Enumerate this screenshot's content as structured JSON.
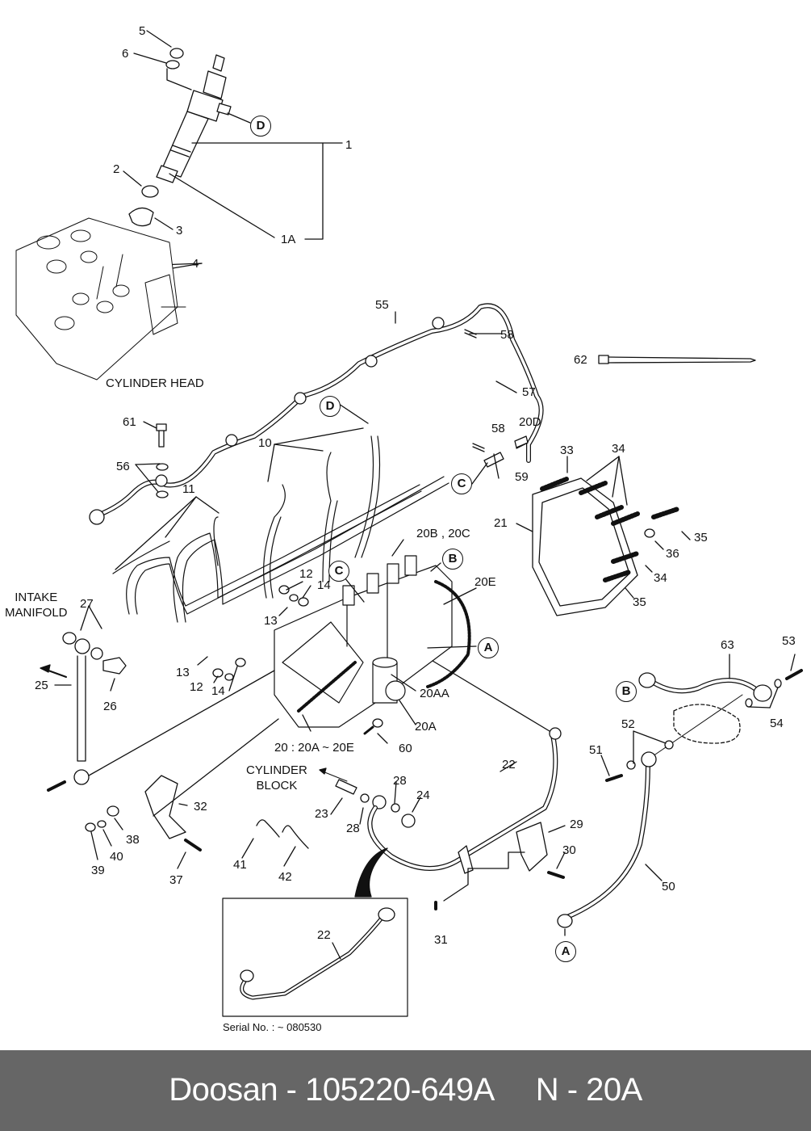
{
  "diagram": {
    "title": "Fuel injection pump and piping exploded view",
    "part_labels": [
      {
        "id": "p5",
        "text": "5"
      },
      {
        "id": "p6",
        "text": "6"
      },
      {
        "id": "p1",
        "text": "1"
      },
      {
        "id": "p2",
        "text": "2"
      },
      {
        "id": "p3",
        "text": "3"
      },
      {
        "id": "p1A",
        "text": "1A"
      },
      {
        "id": "p4",
        "text": "4"
      },
      {
        "id": "p55",
        "text": "55"
      },
      {
        "id": "p58a",
        "text": "58"
      },
      {
        "id": "p62",
        "text": "62"
      },
      {
        "id": "p57",
        "text": "57"
      },
      {
        "id": "p58b",
        "text": "58"
      },
      {
        "id": "p20D",
        "text": "20D"
      },
      {
        "id": "p59",
        "text": "59"
      },
      {
        "id": "p61",
        "text": "61"
      },
      {
        "id": "p10",
        "text": "10"
      },
      {
        "id": "p56",
        "text": "56"
      },
      {
        "id": "p11",
        "text": "11"
      },
      {
        "id": "p33",
        "text": "33"
      },
      {
        "id": "p34a",
        "text": "34"
      },
      {
        "id": "p21",
        "text": "21"
      },
      {
        "id": "p35a",
        "text": "35"
      },
      {
        "id": "p36",
        "text": "36"
      },
      {
        "id": "p34b",
        "text": "34"
      },
      {
        "id": "p35b",
        "text": "35"
      },
      {
        "id": "p20BC",
        "text": "20B , 20C"
      },
      {
        "id": "p20E",
        "text": "20E"
      },
      {
        "id": "p12a",
        "text": "12"
      },
      {
        "id": "p14a",
        "text": "14"
      },
      {
        "id": "p13a",
        "text": "13"
      },
      {
        "id": "p27",
        "text": "27"
      },
      {
        "id": "p25",
        "text": "25"
      },
      {
        "id": "p26",
        "text": "26"
      },
      {
        "id": "p13b",
        "text": "13"
      },
      {
        "id": "p12b",
        "text": "12"
      },
      {
        "id": "p14b",
        "text": "14"
      },
      {
        "id": "p20AA",
        "text": "20AA"
      },
      {
        "id": "p20A",
        "text": "20A"
      },
      {
        "id": "p60",
        "text": "60"
      },
      {
        "id": "p20all",
        "text": "20 : 20A ~ 20E"
      },
      {
        "id": "p63",
        "text": "63"
      },
      {
        "id": "p53",
        "text": "53"
      },
      {
        "id": "p54",
        "text": "54"
      },
      {
        "id": "p52",
        "text": "52"
      },
      {
        "id": "p51",
        "text": "51"
      },
      {
        "id": "p22a",
        "text": "22"
      },
      {
        "id": "p28a",
        "text": "28"
      },
      {
        "id": "p24",
        "text": "24"
      },
      {
        "id": "p23",
        "text": "23"
      },
      {
        "id": "p28b",
        "text": "28"
      },
      {
        "id": "p32",
        "text": "32"
      },
      {
        "id": "p38",
        "text": "38"
      },
      {
        "id": "p40",
        "text": "40"
      },
      {
        "id": "p39",
        "text": "39"
      },
      {
        "id": "p37",
        "text": "37"
      },
      {
        "id": "p41",
        "text": "41"
      },
      {
        "id": "p42",
        "text": "42"
      },
      {
        "id": "p29",
        "text": "29"
      },
      {
        "id": "p30",
        "text": "30"
      },
      {
        "id": "p50",
        "text": "50"
      },
      {
        "id": "p31",
        "text": "31"
      },
      {
        "id": "p22b",
        "text": "22"
      }
    ],
    "reference_markers": [
      {
        "id": "refD1",
        "text": "D"
      },
      {
        "id": "refD2",
        "text": "D"
      },
      {
        "id": "refC1",
        "text": "C"
      },
      {
        "id": "refC2",
        "text": "C"
      },
      {
        "id": "refB1",
        "text": "B"
      },
      {
        "id": "refB2",
        "text": "B"
      },
      {
        "id": "refA1",
        "text": "A"
      },
      {
        "id": "refA2",
        "text": "A"
      }
    ],
    "notes": {
      "cylinder_head": "CYLINDER HEAD",
      "intake_manifold_line1": "INTAKE",
      "intake_manifold_line2": "MANIFOLD",
      "cylinder_block_line1": "CYLINDER",
      "cylinder_block_line2": "BLOCK"
    },
    "inset": {
      "part_label": "22",
      "serial": "Serial No. : ~ 080530"
    }
  },
  "footer": {
    "brand": "Doosan",
    "part_number": "105220-649A",
    "page_ref": "N - 20A",
    "background": "#666666"
  }
}
